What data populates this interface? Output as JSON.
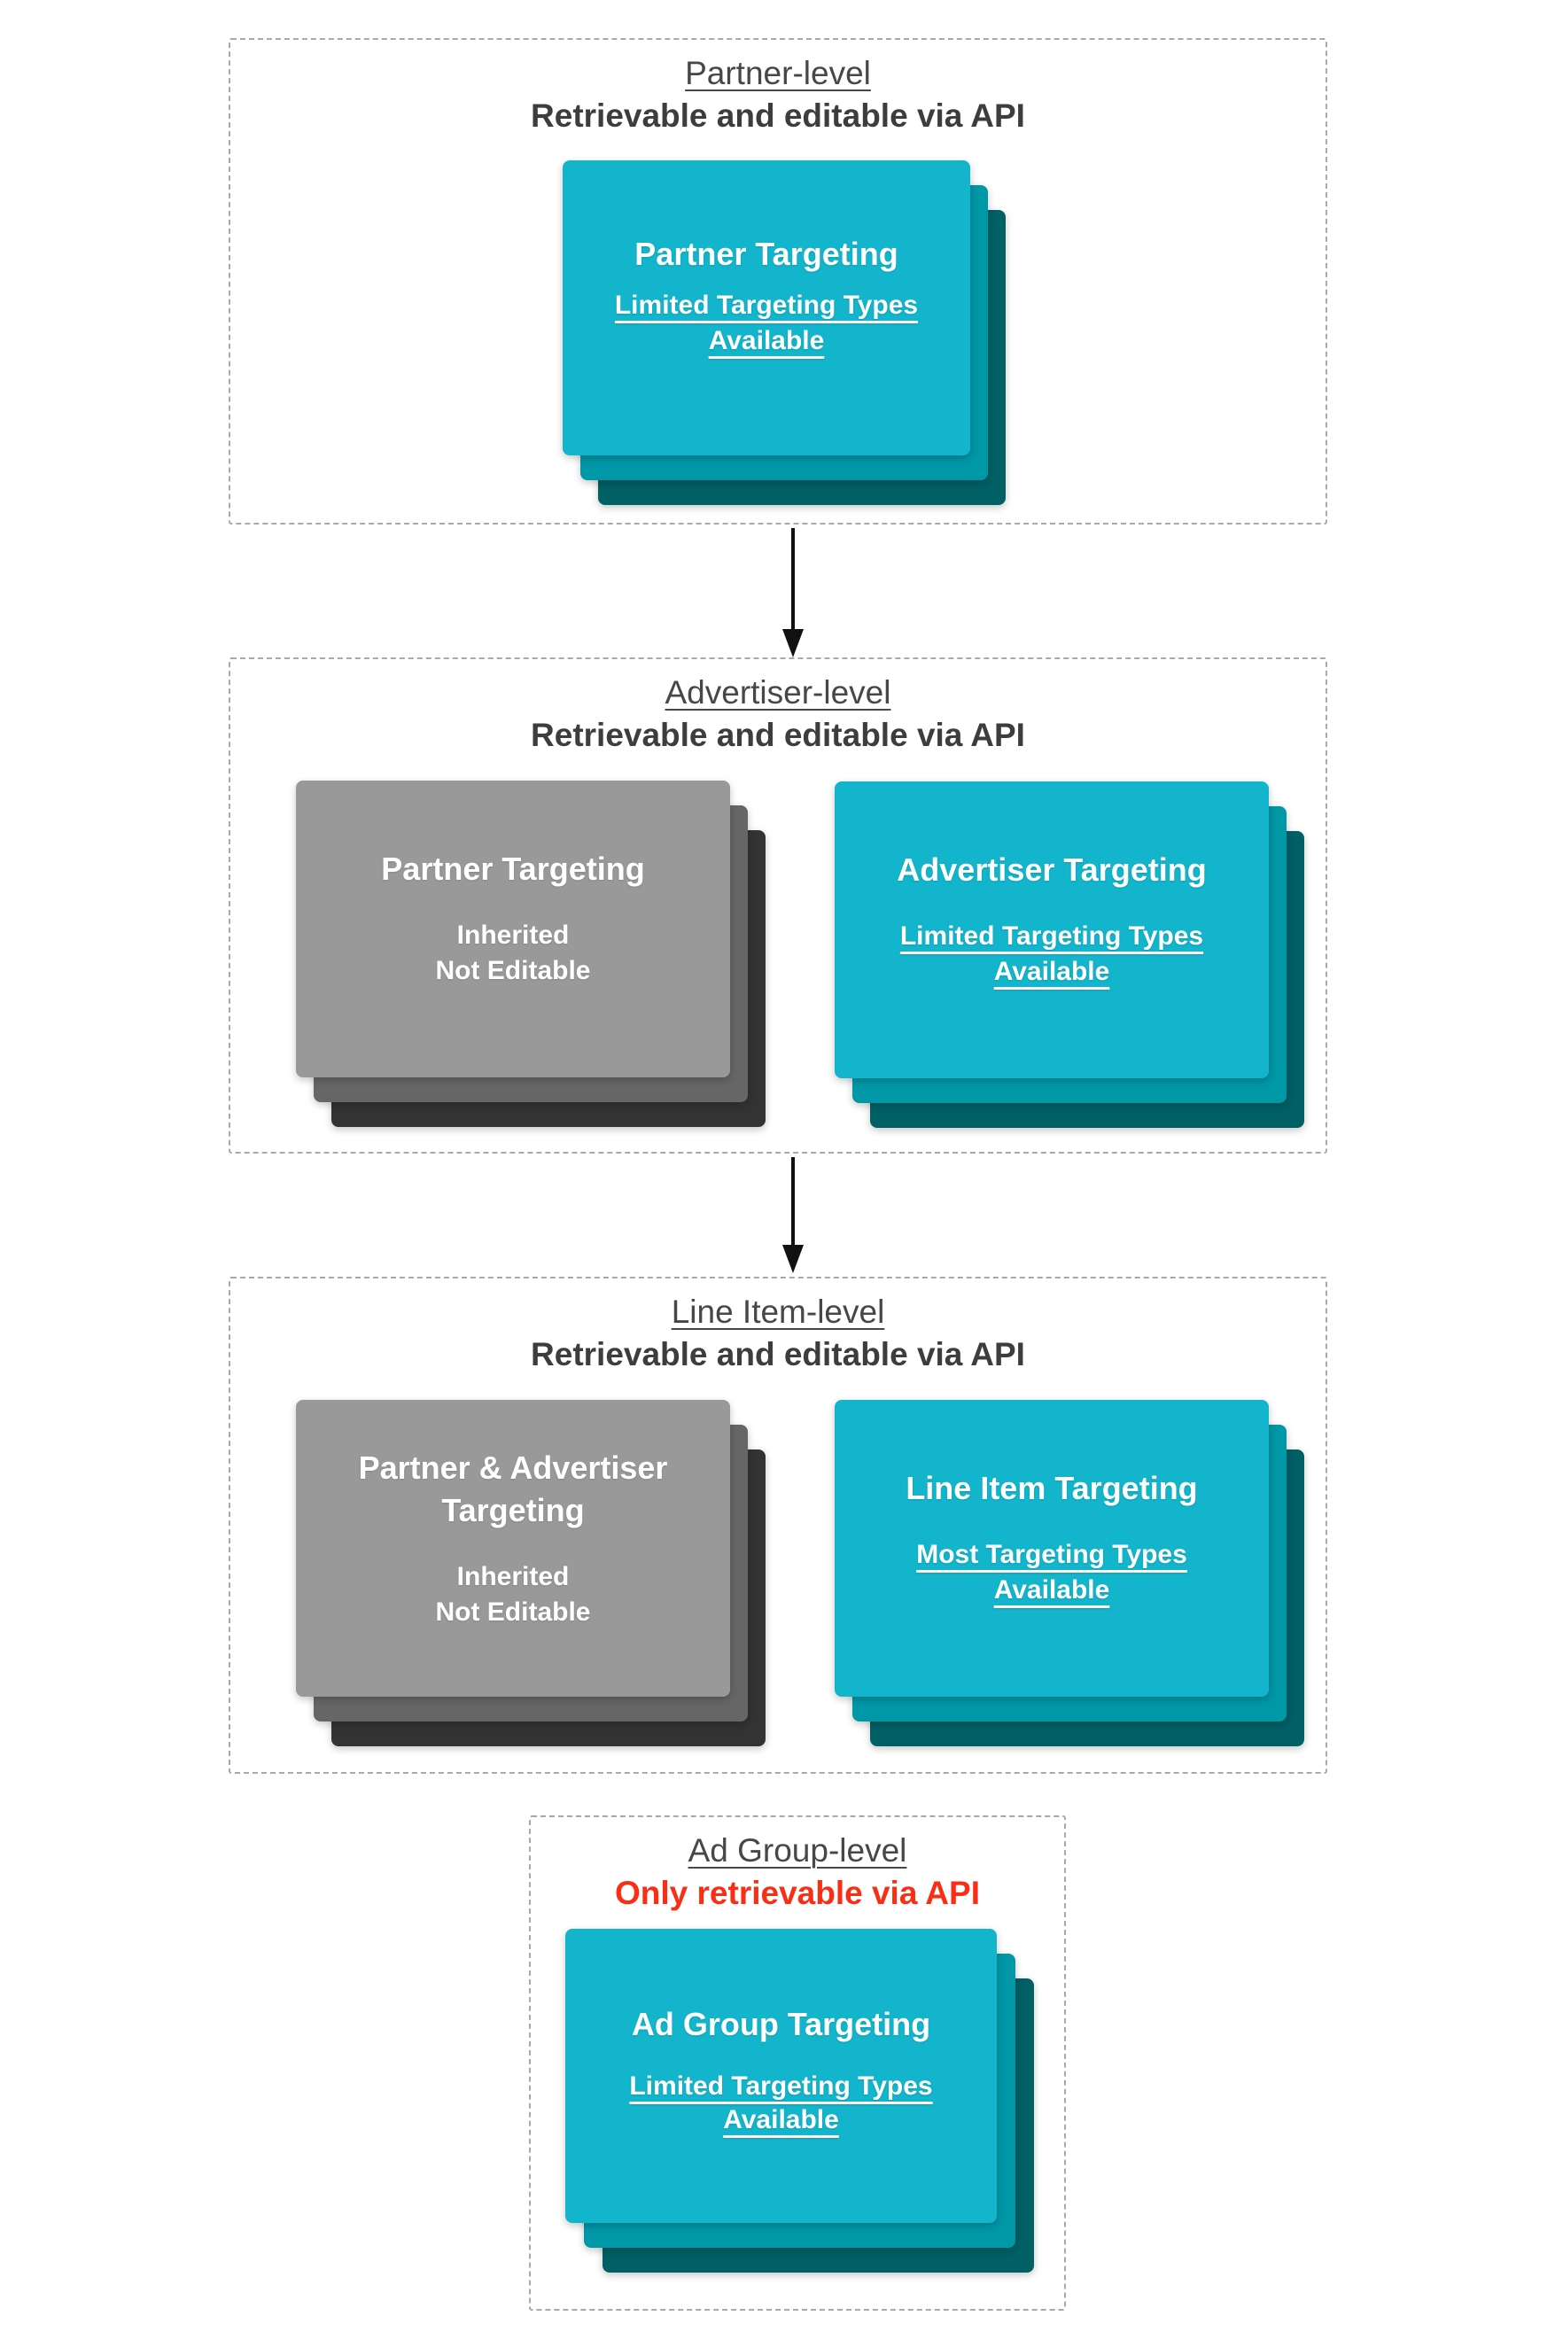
{
  "diagram": {
    "sections": [
      {
        "title": "Partner-level",
        "subtitle": "Retrievable and editable via API",
        "cards": [
          {
            "style": "teal",
            "title": "Partner Targeting",
            "body": "Limited Targeting Types\nAvailable"
          }
        ]
      },
      {
        "title": "Advertiser-level",
        "subtitle": "Retrievable and editable via API",
        "cards": [
          {
            "style": "gray",
            "title": "Partner Targeting",
            "body": "Inherited\nNot Editable"
          },
          {
            "style": "teal",
            "title": "Advertiser Targeting",
            "body": "Limited Targeting Types\nAvailable"
          }
        ]
      },
      {
        "title": "Line Item-level",
        "subtitle": "Retrievable and editable via API",
        "cards": [
          {
            "style": "gray",
            "title": "Partner & Advertiser Targeting",
            "body": "Inherited\nNot Editable"
          },
          {
            "style": "teal",
            "title": "Line Item Targeting",
            "body": "Most Targeting Types\nAvailable"
          }
        ]
      },
      {
        "title": "Ad Group-level",
        "subtitle": "Only retrievable via API",
        "cards": [
          {
            "style": "teal",
            "title": "Ad Group Targeting",
            "body": "Limited Targeting Types\nAvailable"
          }
        ]
      }
    ],
    "arrows": [
      {
        "icon": "arrow-down-icon",
        "from": "Partner-level",
        "to": "Advertiser-level"
      },
      {
        "icon": "arrow-down-icon",
        "from": "Advertiser-level",
        "to": "Line Item-level"
      }
    ],
    "colors": {
      "card_teal_front": "#12b5cb",
      "card_teal_middle": "#0097a7",
      "card_teal_back": "#016065",
      "card_gray_front": "#999999",
      "card_gray_middle": "#666666",
      "card_gray_back": "#333333",
      "section_title_text": "#474747",
      "section_subtitle_text": "#3d3d3d",
      "ad_group_subtitle_red": "#fa2e14",
      "card_text_white": "#ffffff",
      "arrow_black": "#111111",
      "dashed_border_gray": "#a9a9a9"
    }
  }
}
